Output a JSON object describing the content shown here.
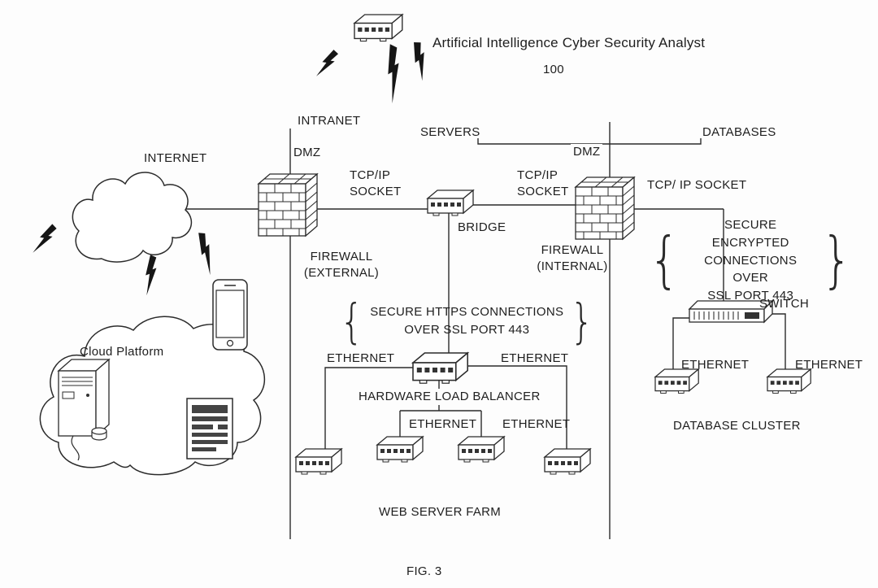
{
  "figure": {
    "title": "Artificial Intelligence Cyber Security Analyst",
    "reference_number": "100",
    "caption": "FIG. 3"
  },
  "labels": {
    "internet": "INTERNET",
    "intranet": "INTRANET",
    "dmz_left": "DMZ",
    "dmz_right": "DMZ",
    "servers": "SERVERS",
    "databases": "DATABASES",
    "tcp_ip_socket_left": "TCP/IP\nSOCKET",
    "tcp_ip_socket_center": "TCP/IP\nSOCKET",
    "tcp_ip_socket_right": "TCP/ IP SOCKET",
    "bridge": "BRIDGE",
    "firewall_external": "FIREWALL\n(EXTERNAL)",
    "firewall_internal": "FIREWALL\n(INTERNAL)",
    "secure_https": "SECURE HTTPS CONNECTIONS\nOVER SSL PORT 443",
    "secure_encrypted": "SECURE ENCRYPTED\nCONNECTIONS OVER\nSSL PORT 443",
    "switch": "SWITCH",
    "ethernet_lb_left": "ETHERNET",
    "ethernet_lb_right": "ETHERNET",
    "ethernet_ws_left": "ETHERNET",
    "ethernet_ws_right": "ETHERNET",
    "ethernet_db_left": "ETHERNET",
    "ethernet_db_right": "ETHERNET",
    "hardware_load_balancer": "HARDWARE LOAD BALANCER",
    "web_server_farm": "WEB SERVER FARM",
    "database_cluster": "DATABASE CLUSTER",
    "cloud_platform": "Cloud Platform",
    "brace_open": "{",
    "brace_close": "}"
  },
  "icons": [
    "wireless-router-icon",
    "lightning-bolt-icon",
    "internet-cloud-icon",
    "smartphone-icon",
    "cloud-platform-cloud-icon",
    "server-tower-icon",
    "report-document-icon",
    "external-firewall-icon",
    "internal-firewall-icon",
    "bridge-device-icon",
    "load-balancer-icon",
    "web-server-icon",
    "network-switch-icon",
    "database-server-icon"
  ],
  "colors": {
    "ink": "#2b2b2b",
    "fill_dark": "#333333",
    "background": "#fdfdfd"
  }
}
